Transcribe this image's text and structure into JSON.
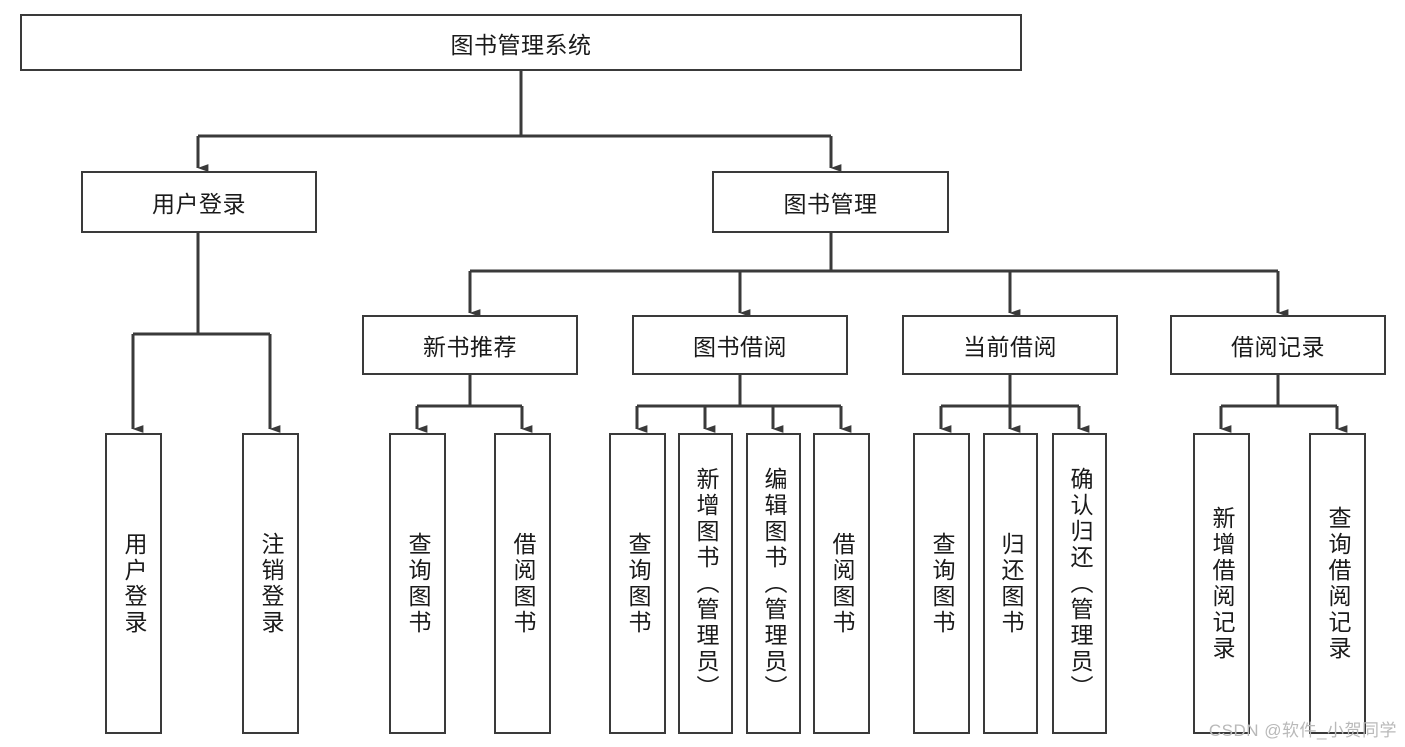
{
  "diagram": {
    "type": "tree-hierarchy-chart",
    "title": "图书管理系统",
    "watermark": "CSDN @软件_小贺同学",
    "colors": {
      "box_border": "#3a3a3a",
      "box_fill": "#ffffff",
      "connector": "#3a3a3a",
      "text": "#1a1a1a",
      "watermark": "#b9b9b9"
    },
    "nodes": {
      "root": {
        "label": "图书管理系统",
        "level": 0,
        "orientation": "horizontal"
      },
      "l1": [
        {
          "id": "user-login",
          "label": "用户登录",
          "orientation": "horizontal"
        },
        {
          "id": "book-management",
          "label": "图书管理",
          "orientation": "horizontal"
        }
      ],
      "l2": [
        {
          "id": "new-book-recommend",
          "label": "新书推荐",
          "orientation": "horizontal"
        },
        {
          "id": "book-borrow",
          "label": "图书借阅",
          "orientation": "horizontal"
        },
        {
          "id": "current-borrow",
          "label": "当前借阅",
          "orientation": "horizontal"
        },
        {
          "id": "borrow-record",
          "label": "借阅记录",
          "orientation": "horizontal"
        }
      ],
      "leaves": [
        {
          "id": "leaf-user-login",
          "label": "用户登录",
          "parent": "user-login",
          "orientation": "vertical"
        },
        {
          "id": "leaf-logout",
          "label": "注销登录",
          "parent": "user-login",
          "orientation": "vertical"
        },
        {
          "id": "leaf-query-book-1",
          "label": "查询图书",
          "parent": "new-book-recommend",
          "orientation": "vertical"
        },
        {
          "id": "leaf-borrow-book-1",
          "label": "借阅图书",
          "parent": "new-book-recommend",
          "orientation": "vertical"
        },
        {
          "id": "leaf-query-book-2",
          "label": "查询图书",
          "parent": "book-borrow",
          "orientation": "vertical"
        },
        {
          "id": "leaf-add-book",
          "label": "新增图书（管理员）",
          "parent": "book-borrow",
          "orientation": "vertical"
        },
        {
          "id": "leaf-edit-book",
          "label": "编辑图书（管理员）",
          "parent": "book-borrow",
          "orientation": "vertical"
        },
        {
          "id": "leaf-borrow-book-2",
          "label": "借阅图书",
          "parent": "book-borrow",
          "orientation": "vertical"
        },
        {
          "id": "leaf-query-book-3",
          "label": "查询图书",
          "parent": "current-borrow",
          "orientation": "vertical"
        },
        {
          "id": "leaf-return-book",
          "label": "归还图书",
          "parent": "current-borrow",
          "orientation": "vertical"
        },
        {
          "id": "leaf-confirm-return",
          "label": "确认归还（管理员）",
          "parent": "current-borrow",
          "orientation": "vertical"
        },
        {
          "id": "leaf-add-record",
          "label": "新增借阅记录",
          "parent": "borrow-record",
          "orientation": "vertical"
        },
        {
          "id": "leaf-query-record",
          "label": "查询借阅记录",
          "parent": "borrow-record",
          "orientation": "vertical"
        }
      ]
    }
  }
}
